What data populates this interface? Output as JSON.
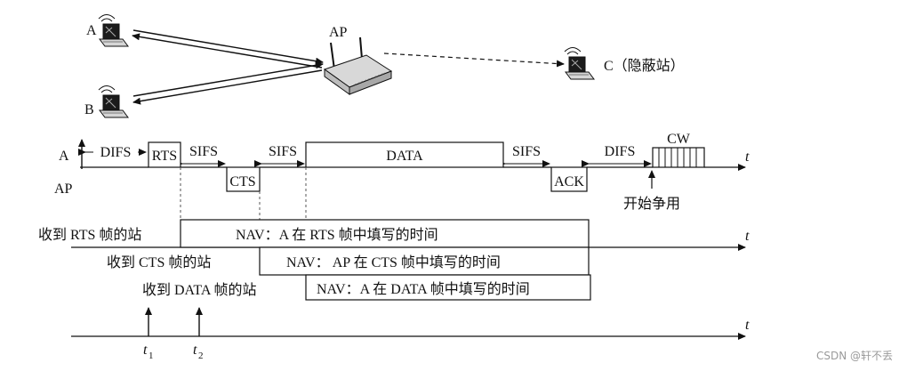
{
  "nodes": {
    "a": "A",
    "b": "B",
    "ap": "AP",
    "c": "C（隐蔽站）"
  },
  "timeline": {
    "row_a": "A",
    "row_ap": "AP",
    "t": "t",
    "difs1": "DIFS",
    "rts": "RTS",
    "sifs1": "SIFS",
    "cts": "CTS",
    "sifs2": "SIFS",
    "data": "DATA",
    "sifs3": "SIFS",
    "ack": "ACK",
    "difs2": "DIFS",
    "cw": "CW",
    "contend": "开始争用"
  },
  "nav": {
    "rts_station": "收到 RTS 帧的站",
    "rts_nav": "NAV：A 在 RTS 帧中填写的时间",
    "cts_station": "收到 CTS 帧的站",
    "cts_nav": "NAV：  AP 在 CTS 帧中填写的时间",
    "data_station": "收到 DATA 帧的站",
    "data_nav": "NAV：A 在 DATA 帧中填写的时间"
  },
  "bottom": {
    "t1": "t",
    "t1_sub": "1",
    "t2": "t",
    "t2_sub": "2",
    "t": "t"
  },
  "watermark": "CSDN @轩不丢"
}
